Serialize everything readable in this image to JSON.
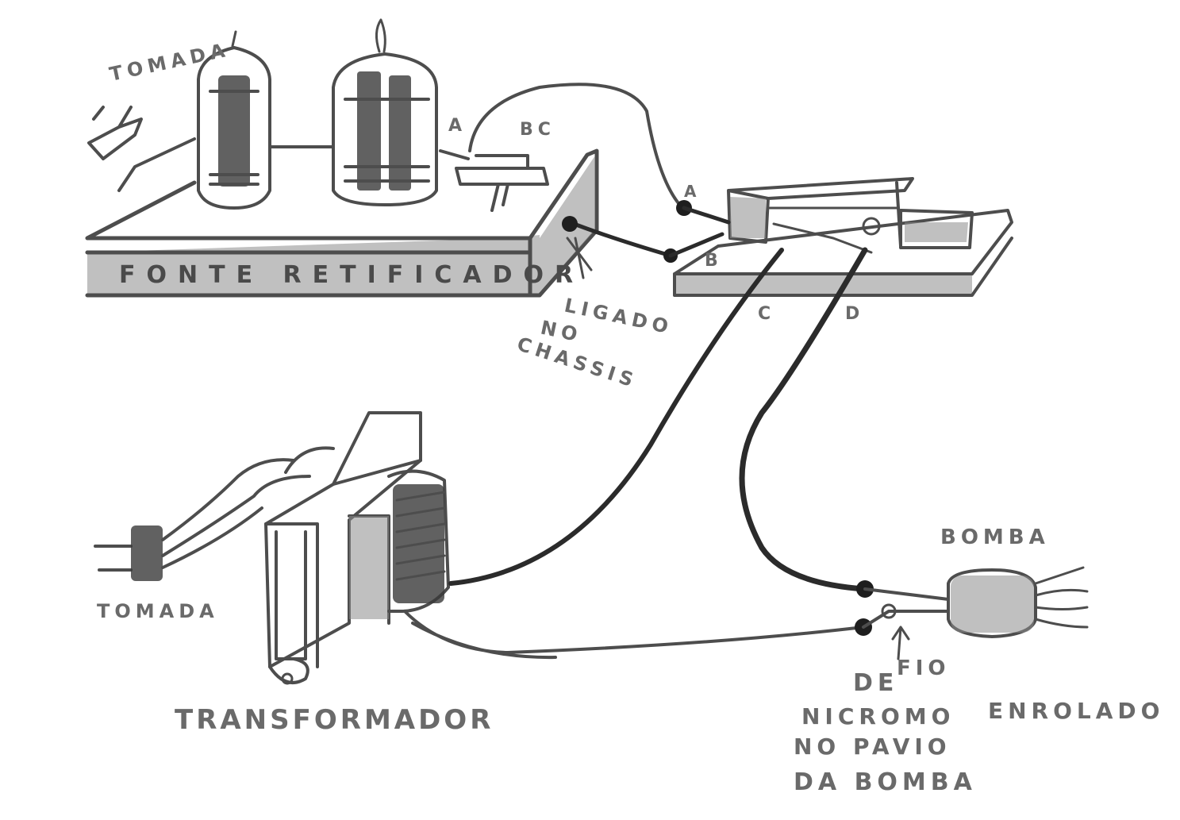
{
  "labels": {
    "plug_top": "TOMADA",
    "rectifier": "FONTE RETIFICADOR",
    "chassis_line1": "LIGADO",
    "chassis_line2": "NO",
    "chassis_line3": "CHASSIS",
    "terminal_a_tube": "A",
    "terminal_bc": "BC",
    "terminal_a_relay": "A",
    "terminal_b_relay": "B",
    "terminal_c_relay": "C",
    "terminal_d_relay": "D",
    "plug_bottom": "TOMADA",
    "transformer": "TRANSFORMADOR",
    "bomb": "BOMBA",
    "note_fio": "FIO",
    "note_de": "DE",
    "note_nicromo": "NICROMO",
    "note_enrolado": "ENROLADO",
    "note_no_pavio": "NO PAVIO",
    "note_da_bomba": "DA BOMBA"
  },
  "colors": {
    "paper": "#ffffff",
    "ink": "#2b2b2b",
    "pencil": "#4d4d4d",
    "label": "#6a6a6a"
  }
}
